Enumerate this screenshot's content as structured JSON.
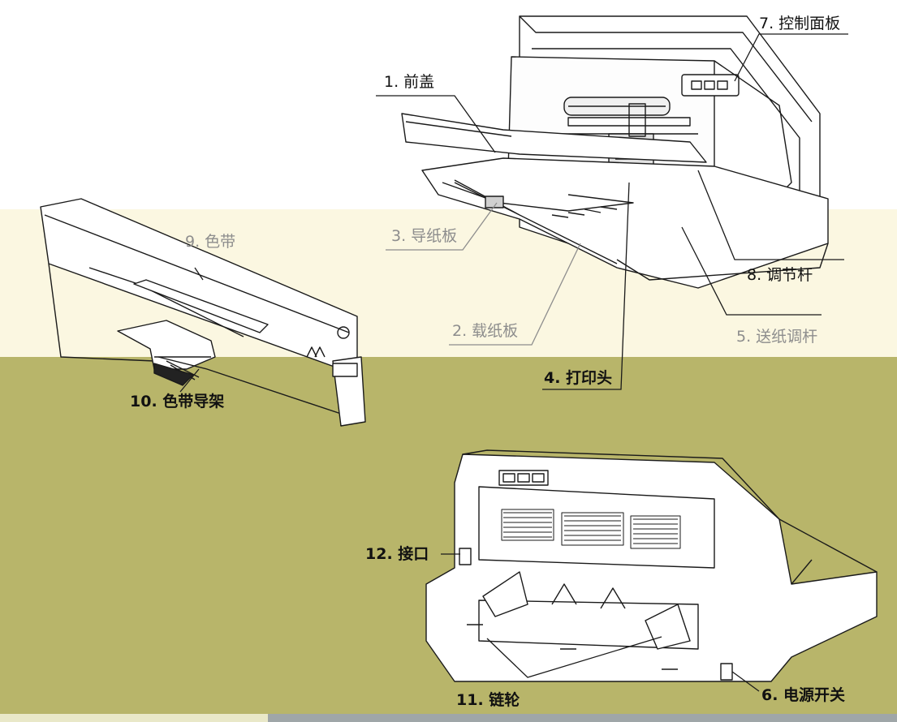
{
  "labels": {
    "front_cover": "1. 前盖",
    "paper_support": "2. 载纸板",
    "paper_guide": "3. 导纸板",
    "print_head": "4. 打印头",
    "paper_feed_lever": "5. 送纸调杆",
    "power_switch": "6. 电源开关",
    "control_panel": "7. 控制面板",
    "adjust_lever": "8. 调节杆",
    "ribbon": "9. 色带",
    "ribbon_guide": "10. 色带导架",
    "sprocket": "11. 链轮",
    "interface": "12. 接口"
  },
  "colors": {
    "cream_band": "#fbf7e1",
    "olive_band": "#b8b56a",
    "line_dark": "#1a1a1a",
    "line_faint": "#8d8d8d"
  }
}
